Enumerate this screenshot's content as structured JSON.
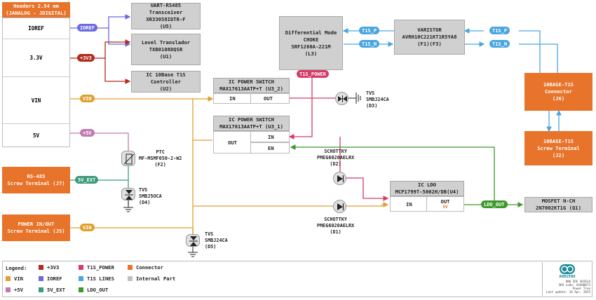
{
  "headers": {
    "title_line1": "Headers 2.54 mm",
    "title_line2": "(JANALOG - JDIGITAL)",
    "rows": [
      "IOREF",
      "3.3V",
      "VIN",
      "5V"
    ]
  },
  "blocks": {
    "uart_line1": "UART-RS485",
    "uart_line2": "Transceiver",
    "uart_line3": "XR33058IDTR-F",
    "uart_line4": "(U5)",
    "level_line1": "Level Translador",
    "level_line2": "TXB0108DQSR",
    "level_line3": "(U1)",
    "ic10_line1": "IC 10Base T1S",
    "ic10_line2": "Controller",
    "ic10_line3": "(U2)",
    "choke_line1": "Differential Mode",
    "choke_line2": "CHOKE",
    "choke_line3": "SRF1260A-221M",
    "choke_line4": "(L3)",
    "varistor_line1": "VARISTOR",
    "varistor_line2": "AVRH10C221KT1R5YA8",
    "varistor_line3": "(F1)(F3)",
    "ps2_title_line1": "IC POWER SWITCH",
    "ps2_title_line2": "MAX17613AATP+T (U3_2)",
    "ps2_in": "IN",
    "ps2_out": "OUT",
    "ps1_title_line1": "IC POWER SWITCH",
    "ps1_title_line2": "MAX17613AATP+T (U3_1)",
    "ps1_out": "OUT",
    "ps1_in": "IN",
    "ps1_en": "EN",
    "conn_line1": "10BASE-T1S",
    "conn_line2": "Connector",
    "conn_line3": "(J6)",
    "screw_line1": "10BASE-T1S",
    "screw_line2": "Screw Terminal",
    "screw_line3": "(J2)",
    "rs485_line1": "RS-485",
    "rs485_line2": "Screw Terminal (J7)",
    "power_line1": "POWER IN/OUT",
    "power_line2": "Screw Terminal (J5)",
    "ldo_title_line1": "IC LDO",
    "ldo_title_line2": "MCP1799T-5002H/DB(U4)",
    "ldo_in": "IN",
    "ldo_out": "OUT",
    "ldo_out_sub": "5V",
    "mosfet_line1": "MOSFET N-CH",
    "mosfet_line2": "2N7002KT1G (Q1)"
  },
  "components": {
    "tvs_d3_line1": "TVS",
    "tvs_d3_line2": "SMBJ24CA",
    "tvs_d3_line3": "(D3)",
    "ptc_line1": "PTC",
    "ptc_line2": "MF-MSMF050-2-W2",
    "ptc_line3": "(F2)",
    "tvs_d4_line1": "TVS",
    "tvs_d4_line2": "SMBJ5OCA",
    "tvs_d4_line3": "(D4)",
    "tvs_d5_line1": "TVS",
    "tvs_d5_line2": "SMBJ24CA",
    "tvs_d5_line3": "(D5)",
    "schottky_d2_line1": "SCHOTTKY",
    "schottky_d2_line2": "PMEG6020AELRX",
    "schottky_d2_line3": "(D2)",
    "schottky_d1_line1": "SCHOTTKY",
    "schottky_d1_line2": "PMEG6020AELRX",
    "schottky_d1_line3": "(D1)"
  },
  "nets": {
    "ioref": "IOREF",
    "v3v3": "+3V3",
    "vin_top": "VIN",
    "v5": "+5V",
    "t1s_power": "T1S_POWER",
    "t1s_p_left": "T1S_P",
    "t1s_n_left": "T1S_N",
    "t1s_p_right": "T1S_P",
    "t1s_n_right": "T1S_N",
    "v5_ext": "5V_EXT",
    "vin_bottom": "VIN",
    "ldo_out": "LDO_OUT"
  },
  "legend": {
    "title": "Legend:",
    "items": [
      {
        "label": "+3V3",
        "color": "#b22a1e"
      },
      {
        "label": "T1S_POWER",
        "color": "#d63a66"
      },
      {
        "label": "Connector",
        "color": "#e8732a"
      },
      {
        "label": "VIN",
        "color": "#e0a030"
      },
      {
        "label": "IOREF",
        "color": "#6a6ae0"
      },
      {
        "label": "T1S LINES",
        "color": "#4aa6e0"
      },
      {
        "label": "Internal Part",
        "color": "#c0c0c0"
      },
      {
        "label": "+5V",
        "color": "#c07ab0"
      },
      {
        "label": "5V_EXT",
        "color": "#3a9a7a"
      },
      {
        "label": "LDO_OUT",
        "color": "#3a9a2a"
      }
    ]
  },
  "titleblock": {
    "brand": "ARDUINO",
    "line1": "UNO SPE SHIELD",
    "line2": "SKU code: ASX00073",
    "line3": "Power Tree",
    "line4": "Last update: 16 Apr, 2025"
  },
  "colors": {
    "vin": "#e0a030",
    "v3v3": "#b22a1e",
    "ioref": "#6a6ae0",
    "v5": "#c07ab0",
    "t1s_power": "#d63a66",
    "t1s_lines": "#4aa6e0",
    "v5_ext": "#3a9a7a",
    "ldo_out": "#3a9a2a",
    "connector": "#e8732a",
    "internal": "#d0d0d0"
  }
}
